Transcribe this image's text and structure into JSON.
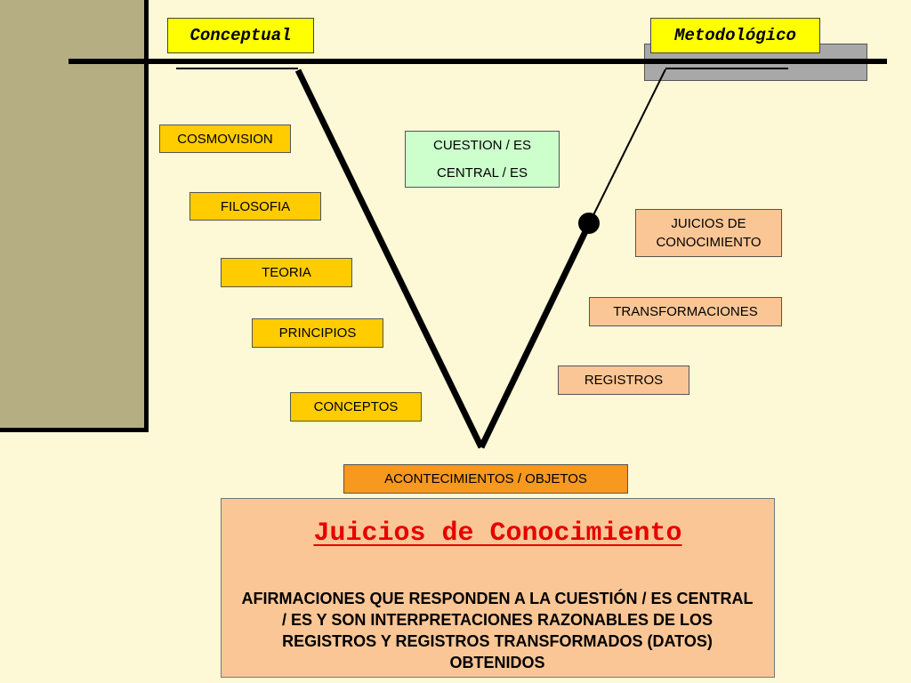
{
  "header": {
    "left_label": "Conceptual",
    "right_label": "Metodológico"
  },
  "conceptual_items": [
    "COSMOVISION",
    "FILOSOFIA",
    "TEORIA",
    "PRINCIPIOS",
    "CONCEPTOS"
  ],
  "central": {
    "line1": "CUESTION / ES",
    "line2": "CENTRAL / ES"
  },
  "methodological_items": {
    "judgments_line1": "JUICIOS DE",
    "judgments_line2": "CONOCIMIENTO",
    "transformations": "TRANSFORMACIONES",
    "records": "REGISTROS"
  },
  "base": {
    "label": "ACONTECIMIENTOS / OBJETOS"
  },
  "definition": {
    "title": "Juicios de Conocimiento",
    "body": "AFIRMACIONES QUE RESPONDEN A LA CUESTIÓN / ES CENTRAL / ES Y SON INTERPRETACIONES RAZONABLES DE LOS REGISTROS Y REGISTROS TRANSFORMADOS (DATOS) OBTENIDOS"
  },
  "colors": {
    "background": "#fdf8d6",
    "side_panel": "#b5ae82",
    "header_label": "#ffff00",
    "conceptual_box": "#ffcc00",
    "methodological_box": "#fbc695",
    "central_box": "#ccffcc",
    "base_box": "#f7981f",
    "title_text": "#e60000"
  }
}
